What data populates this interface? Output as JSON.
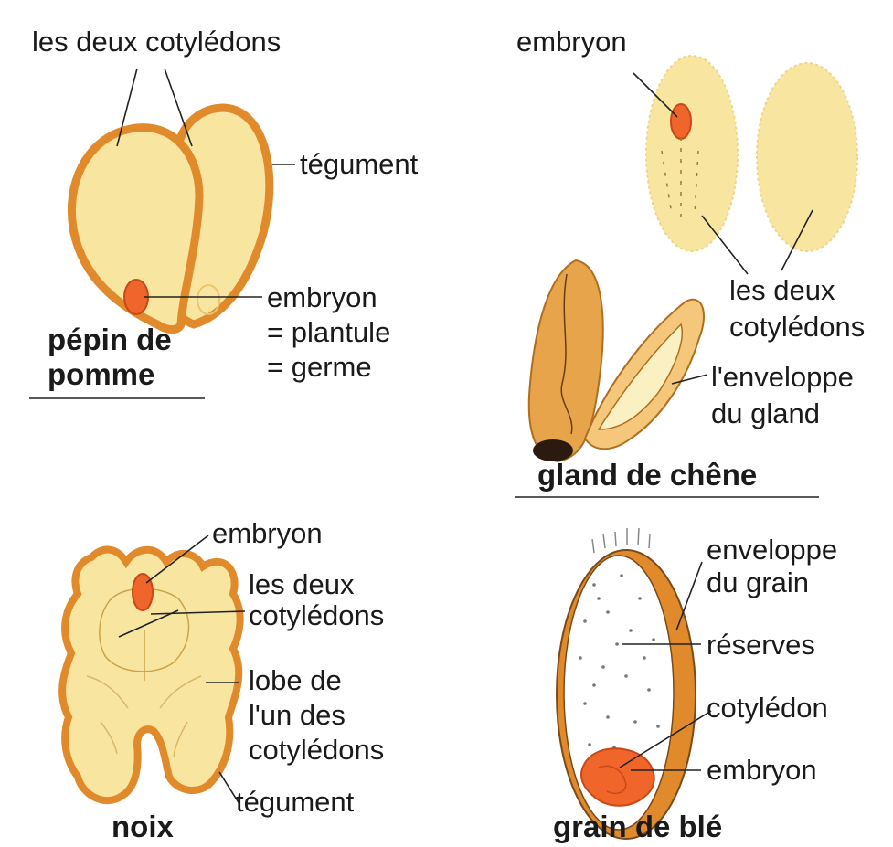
{
  "panels": {
    "pepin": {
      "title_line1": "pépin de",
      "title_line2": "pomme",
      "label_cotyledons": "les deux cotylédons",
      "label_tegument": "tégument",
      "label_embryon_1": "embryon",
      "label_embryon_2": "= plantule",
      "label_embryon_3": "= germe"
    },
    "gland": {
      "title": "gland de chêne",
      "label_embryon": "embryon",
      "label_cotyledons_1": "les deux",
      "label_cotyledons_2": "cotylédons",
      "label_enveloppe_1": "l'enveloppe",
      "label_enveloppe_2": "du gland"
    },
    "noix": {
      "title": "noix",
      "label_embryon": "embryon",
      "label_cotyledons_1": "les deux",
      "label_cotyledons_2": "cotylédons",
      "label_lobe_1": "lobe de",
      "label_lobe_2": "l'un des",
      "label_lobe_3": "cotylédons",
      "label_tegument": "tégument"
    },
    "ble": {
      "title": "grain de blé",
      "label_enveloppe_1": "enveloppe",
      "label_enveloppe_2": "du grain",
      "label_reserves": "réserves",
      "label_cotyledon": "cotylédon",
      "label_embryon": "embryon"
    }
  },
  "colors": {
    "fill_light": "#f8e6a0",
    "tegument": "#e08a2c",
    "embryo": "#f0652a",
    "line": "#222222"
  }
}
